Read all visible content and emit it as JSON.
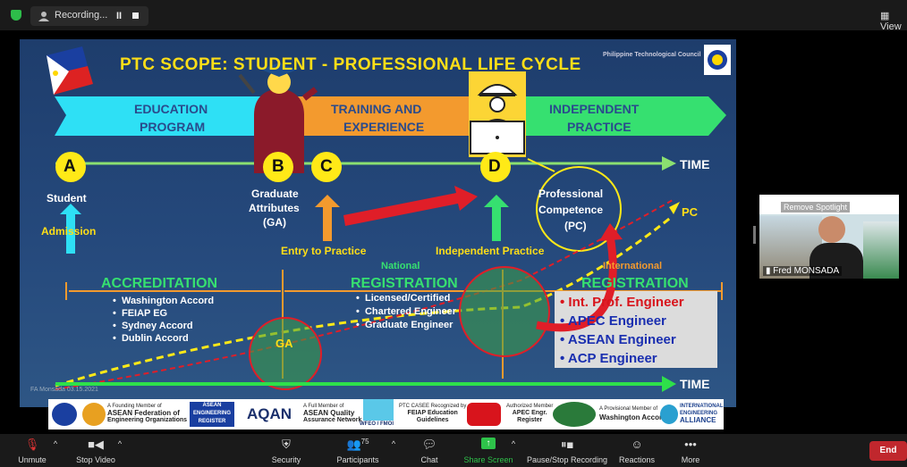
{
  "topbar": {
    "recording_label": "Recording...",
    "view_label": "View"
  },
  "slide": {
    "title": "PTC SCOPE:  STUDENT - PROFESSIONAL LIFE CYCLE",
    "council": "Philippine Technological Council",
    "education_program": [
      "EDUCATION",
      "PROGRAM"
    ],
    "training_experience": [
      "TRAINING AND",
      "EXPERIENCE"
    ],
    "independent_practice_top": [
      "INDEPENDENT",
      "PRACTICE"
    ],
    "milestones": {
      "a": "A",
      "b": "B",
      "c": "C",
      "d": "D"
    },
    "time_label": "TIME",
    "student": "Student",
    "admission": "Admission",
    "graduate_attributes": [
      "Graduate",
      "Attributes",
      "(GA)"
    ],
    "professional_competence": [
      "Professional",
      "Competence",
      "(PC)"
    ],
    "pc_label": "PC",
    "entry_to_practice": "Entry to Practice",
    "independent_practice": "Independent Practice",
    "national": "National",
    "international": "International",
    "accreditation_title": "ACCREDITATION",
    "accreditation_items": [
      "Washington Accord",
      "FEIAP EG",
      "Sydney Accord",
      "Dublin Accord"
    ],
    "registration_title": "REGISTRATION",
    "registration_items": [
      "Licensed/Certified",
      "Chartered Engineer",
      "Graduate Engineer"
    ],
    "intl_registration_title": "REGISTRATION",
    "intl_items": [
      "Int. Prof. Engineer",
      "APEC Engineer",
      "ASEAN Engineer",
      "ACP Engineer"
    ],
    "ga_label": "GA",
    "footer_note": "FA Monsada 03.15.2021",
    "logos": {
      "feiap": [
        "A Founding Member of",
        "ASEAN Federation of",
        "Engineering Organizations"
      ],
      "asean_reg": [
        "ASEAN",
        "ENGINEERING",
        "REGISTER"
      ],
      "aqan": "AQAN",
      "aqan_member": [
        "A Full Member of",
        "ASEAN Quality",
        "Assurance Network"
      ],
      "wfeo": "WFEO / FMOI",
      "feiap_edu": [
        "PTC CASEE Recognized by",
        "FEIAP Education",
        "Guidelines"
      ],
      "apec": [
        "Authorized Member",
        "APEC Engr.",
        "Register"
      ],
      "washington": [
        "A Provisional Member of",
        "Washington Accord"
      ],
      "iea": [
        "INTERNATIONAL",
        "ENGINEERING",
        "ALLIANCE"
      ]
    }
  },
  "video": {
    "participant_name": "Fred MONSADA",
    "remove_spotlight": "Remove Spotlight"
  },
  "toolbar": {
    "unmute": "Unmute",
    "stop_video": "Stop Video",
    "security": "Security",
    "participants": "Participants",
    "participants_count": "75",
    "chat": "Chat",
    "share_screen": "Share Screen",
    "pause_stop_recording": "Pause/Stop Recording",
    "reactions": "Reactions",
    "more": "More",
    "end": "End"
  },
  "colors": {
    "share_green": "#2ec24a",
    "end_red": "#c0272d",
    "slide_bg": "#25497c",
    "title_yellow": "#ffde17"
  }
}
